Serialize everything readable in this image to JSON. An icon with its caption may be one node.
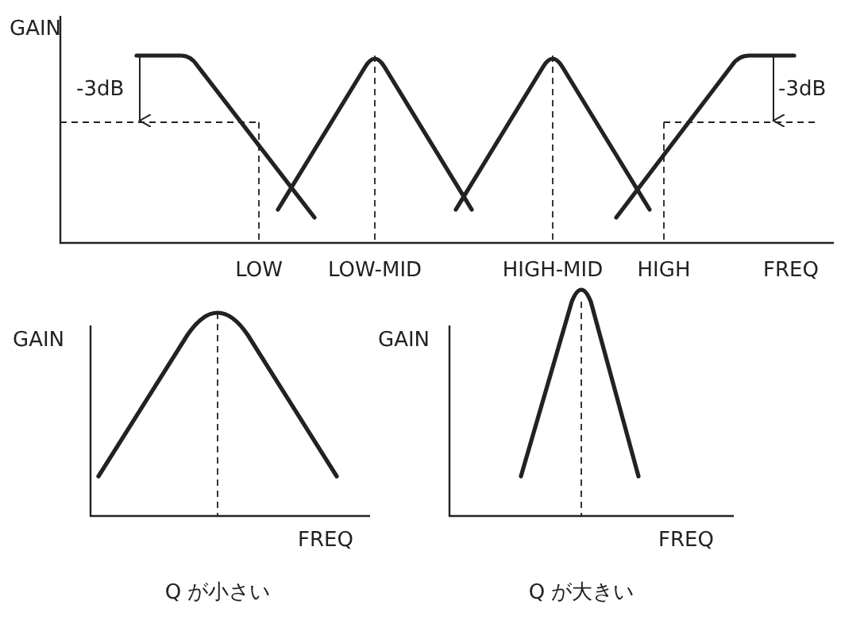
{
  "diagram": {
    "labels": [
      "GAIN",
      "-3dB",
      "-3dB",
      "LOW",
      "LOW-MID",
      "HIGH-MID",
      "HIGH",
      "FREQ",
      "GAIN",
      "GAIN",
      "FREQ",
      "FREQ",
      "Q が小さい",
      "Q が大きい"
    ]
  }
}
